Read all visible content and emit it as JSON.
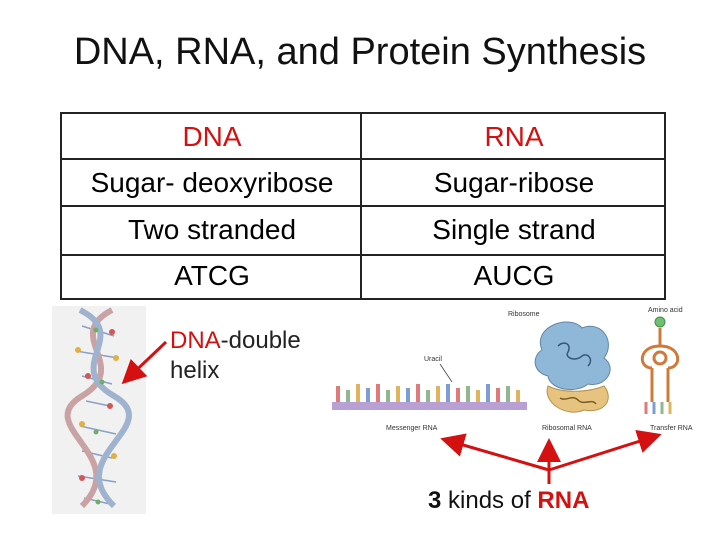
{
  "slide": {
    "title": "DNA, RNA, and Protein Synthesis"
  },
  "table": {
    "headers": [
      "DNA",
      "RNA"
    ],
    "rows": [
      [
        "Sugar- deoxyribose",
        "Sugar-ribose"
      ],
      [
        "Two stranded",
        "Single strand"
      ],
      [
        "ATCG",
        "AUCG"
      ]
    ]
  },
  "captions": {
    "dna_word": "DNA",
    "dna_rest": "-double",
    "dna_line2": "helix",
    "rna_count": "3",
    "rna_middle": " kinds of ",
    "rna_word": "RNA"
  },
  "rna_figure_labels": {
    "ribosome": "Ribosome",
    "amino_acid": "Amino acid",
    "uracil": "Uracil",
    "messenger": "Messenger RNA",
    "ribosomal": "Ribosomal RNA",
    "transfer": "Transfer RNA"
  },
  "colors": {
    "accent_red": "#d41010",
    "table_border": "#222222"
  }
}
